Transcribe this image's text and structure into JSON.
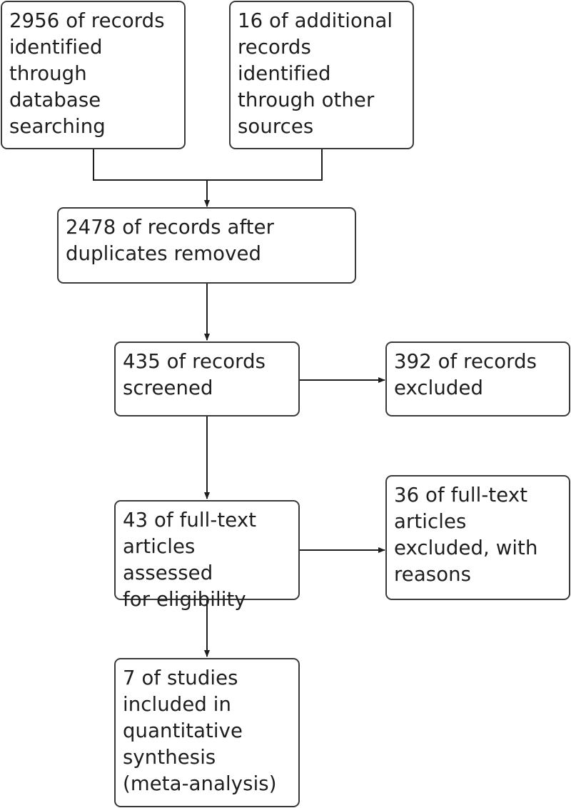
{
  "flowchart": {
    "boxes": {
      "database_records": "2956 of records\nidentified\nthrough\ndatabase\nsearching",
      "other_sources": "16 of additional\nrecords\nidentified\nthrough other\nsources",
      "after_duplicates": "2478 of records after\nduplicates removed",
      "screened": "435 of records\nscreened",
      "excluded": "392 of records\nexcluded",
      "fulltext_assessed": "43 of full-text\narticles assessed\nfor eligibility",
      "fulltext_excluded": "36 of full-text\narticles\nexcluded, with\nreasons",
      "included": "7 of studies\nincluded in\nquantitative\nsynthesis\n(meta-analysis)"
    }
  }
}
